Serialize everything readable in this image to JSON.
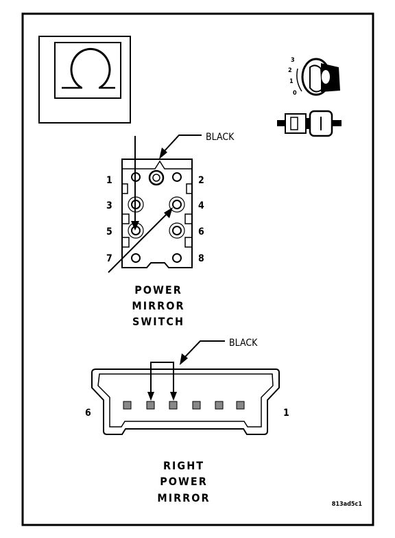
{
  "switch": {
    "wire_color": "BLACK",
    "pins_left": [
      "1",
      "3",
      "5",
      "7"
    ],
    "pins_right": [
      "2",
      "4",
      "6",
      "8"
    ],
    "title_lines": [
      "POWER",
      "MIRROR",
      "SWITCH"
    ]
  },
  "ignition_key": {
    "positions": [
      "3",
      "2",
      "1",
      "0"
    ]
  },
  "mirror_connector": {
    "wire_color": "BLACK",
    "end_left": "6",
    "end_right": "1",
    "title_lines": [
      "RIGHT",
      "POWER",
      "MIRROR"
    ]
  },
  "figure_code": "813ad5c1"
}
